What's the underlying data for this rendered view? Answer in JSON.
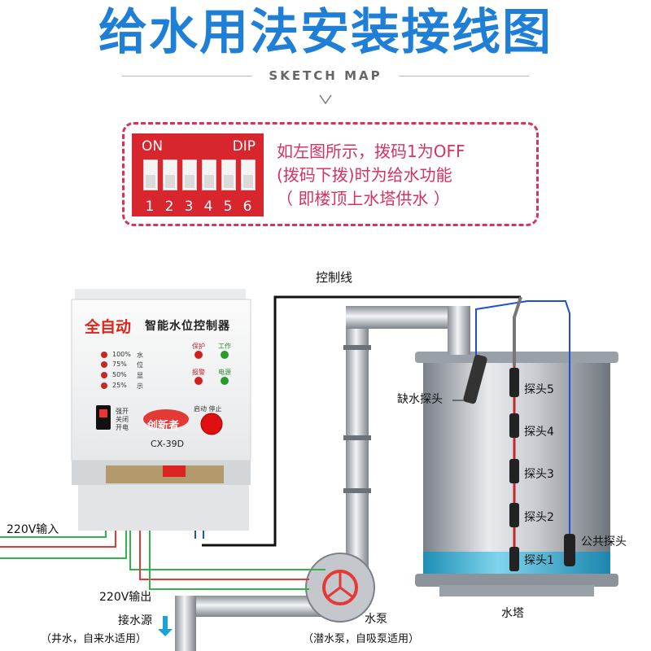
{
  "header": {
    "title": "给水用法安装接线图",
    "subtitle": "SKETCH MAP"
  },
  "dip_switch": {
    "on_label": "ON",
    "dip_label": "DIP",
    "numbers": [
      "1",
      "2",
      "3",
      "4",
      "5",
      "6"
    ]
  },
  "instruction": {
    "lines": [
      "如左图所示，拨码1为OFF",
      "(拨码下拨)时为给水功能",
      "（ 即楼顶上水塔供水 ）"
    ]
  },
  "controller": {
    "brand_title": "全自动",
    "product_name": "智能水位控制器",
    "model": "CX-39D",
    "logo_text": "创新者",
    "water_level_labels": [
      "100%",
      "75%",
      "50%",
      "25%"
    ],
    "water_level_side": [
      "水",
      "位",
      "显",
      "示"
    ],
    "indicator_labels": [
      "保护",
      "工作",
      "报警",
      "电源"
    ],
    "mode_labels": [
      "强开",
      "关闭",
      "开电"
    ],
    "button_label": "启动 停止"
  },
  "labels": {
    "control_wire": "控制线",
    "power_input": "220V输入",
    "power_output": "220V输出",
    "water_source": "接水源",
    "water_source_note": "（井水，自来水适用）",
    "pump": "水泵",
    "pump_note": "（潜水泵，自吸泵适用）",
    "tower": "水塔",
    "shortage_probe": "缺水探头",
    "probes": [
      "探头5",
      "探头4",
      "探头3",
      "探头2",
      "探头1"
    ],
    "common_probe": "公共探头"
  },
  "colors": {
    "title_blue": "#1f7fd6",
    "accent_pink": "#d8325e",
    "dip_red": "#d7262d",
    "wire_red": "#e53935",
    "wire_green": "#34b34a",
    "wire_blue": "#1e4fd8",
    "wire_black": "#111111",
    "water_cyan": "#38b6d8"
  }
}
